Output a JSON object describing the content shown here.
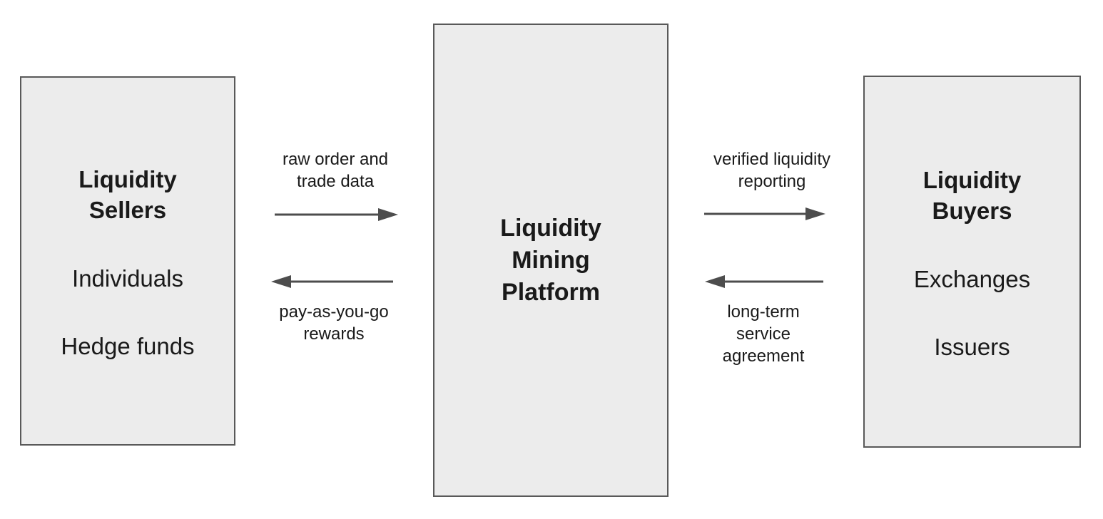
{
  "colors": {
    "background": "#ffffff",
    "box_fill": "#ececec",
    "box_border": "#595959",
    "arrow": "#4d4d4d",
    "text": "#1a1a1a"
  },
  "nodes": {
    "sellers": {
      "title": "Liquidity\nSellers",
      "items": [
        "Individuals",
        "Hedge funds"
      ]
    },
    "platform": {
      "title": "Liquidity\nMining\nPlatform"
    },
    "buyers": {
      "title": "Liquidity\nBuyers",
      "items": [
        "Exchanges",
        "Issuers"
      ]
    }
  },
  "edges": {
    "sellers_to_platform": {
      "label": "raw order and\ntrade data",
      "direction": "right"
    },
    "platform_to_sellers": {
      "label": "pay-as-you-go\nrewards",
      "direction": "left"
    },
    "platform_to_buyers": {
      "label": "verified liquidity\nreporting",
      "direction": "right"
    },
    "buyers_to_platform": {
      "label": "long-term\nservice\nagreement",
      "direction": "left"
    }
  }
}
